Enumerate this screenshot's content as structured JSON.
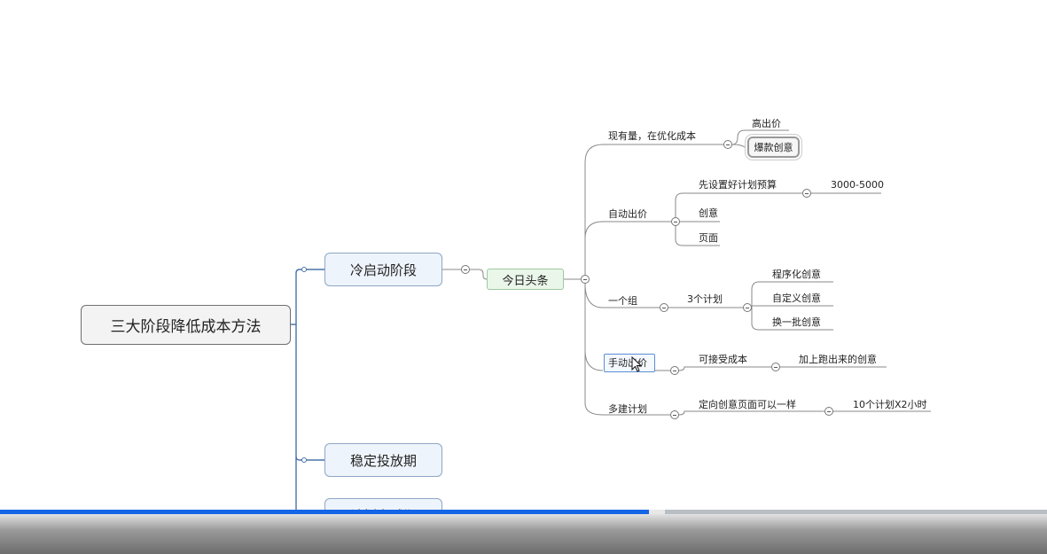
{
  "mindmap": {
    "root": "三大阶段降低成本方法",
    "stages": [
      "冷启动阶段",
      "稳定投放期",
      "计划衰减期"
    ],
    "platform": "今日头条",
    "branches": {
      "b1": {
        "label": "现有量，在优化成本",
        "children": [
          "高出价",
          "爆款创意"
        ]
      },
      "b2": {
        "label": "自动出价",
        "children": [
          "先设置好计划预算",
          "创意",
          "页面"
        ],
        "budget": "3000-5000"
      },
      "b3": {
        "label": "一个组",
        "plan": "3个计划",
        "children": [
          "程序化创意",
          "自定义创意",
          "换一批创意"
        ]
      },
      "b4": {
        "label": "手动出价",
        "child": "可接受成本",
        "grandchild": "加上跑出来的创意"
      },
      "b5": {
        "label": "多建计划",
        "child": "定向创意页面可以一样",
        "grandchild": "10个计划X2小时"
      }
    }
  },
  "video_player": {
    "progress": 0.62,
    "buffered_end": 0.635,
    "colors": {
      "progress": "#1565e6",
      "track": "#b9bec4"
    }
  }
}
